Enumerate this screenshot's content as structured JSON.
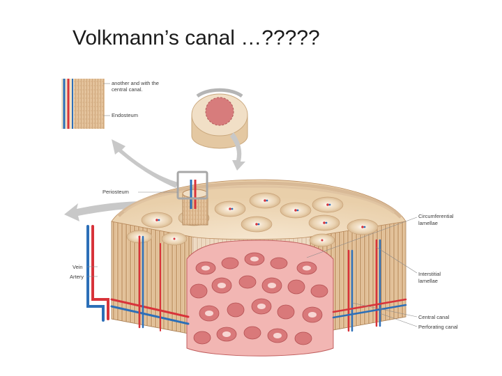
{
  "slide": {
    "title": "Volkmann’s canal …?????"
  },
  "figure": {
    "inset_caption": {
      "line1": "another and with the",
      "line2": "central canal."
    },
    "labels": {
      "endosteum": "Endosteum",
      "periosteum": "Periosteum",
      "vein": "Vein",
      "artery": "Artery",
      "circumferential_1": "Circumferential",
      "circumferential_2": "lamellae",
      "interstitial_1": "Interstitial",
      "interstitial_2": "lamellae",
      "central_canal": "Central canal",
      "perforating_canal": "Perforating canal"
    },
    "colors": {
      "bone_light": "#f0dcc0",
      "bone_mid": "#d9b48a",
      "bone_dark": "#b98a5c",
      "spongy": "#d9797a",
      "spongy_light": "#f2b6b3",
      "artery": "#d8333a",
      "vein": "#2c6fb8",
      "arrow": "#c8c8c8"
    }
  }
}
